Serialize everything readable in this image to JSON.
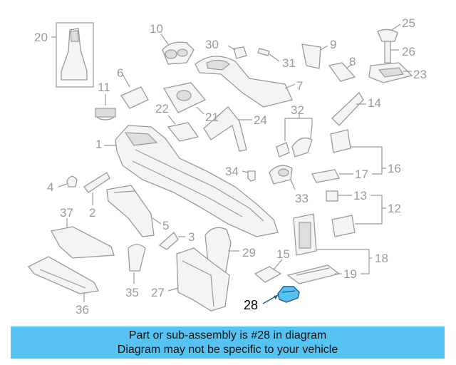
{
  "diagram": {
    "labels": {
      "p1": "1",
      "p2": "2",
      "p3": "3",
      "p4": "4",
      "p5": "5",
      "p6": "6",
      "p7": "7",
      "p8": "8",
      "p9": "9",
      "p10": "10",
      "p11": "11",
      "p12": "12",
      "p13": "13",
      "p14": "14",
      "p15": "15",
      "p16": "16",
      "p17": "17",
      "p18": "18",
      "p19": "19",
      "p20": "20",
      "p21": "21",
      "p22": "22",
      "p23": "23",
      "p24": "24",
      "p25": "25",
      "p26": "26",
      "p27": "27",
      "p28": "28",
      "p29": "29",
      "p30": "30",
      "p31": "31",
      "p32": "32",
      "p33": "33",
      "p34": "34",
      "p35": "35",
      "p36": "36",
      "p37": "37"
    },
    "highlight_color": "#56c3f3"
  },
  "banner": {
    "line1": "Part or sub-assembly is #28 in diagram",
    "line2": "Diagram may not be specific to your vehicle",
    "color": "#56c3f3"
  }
}
